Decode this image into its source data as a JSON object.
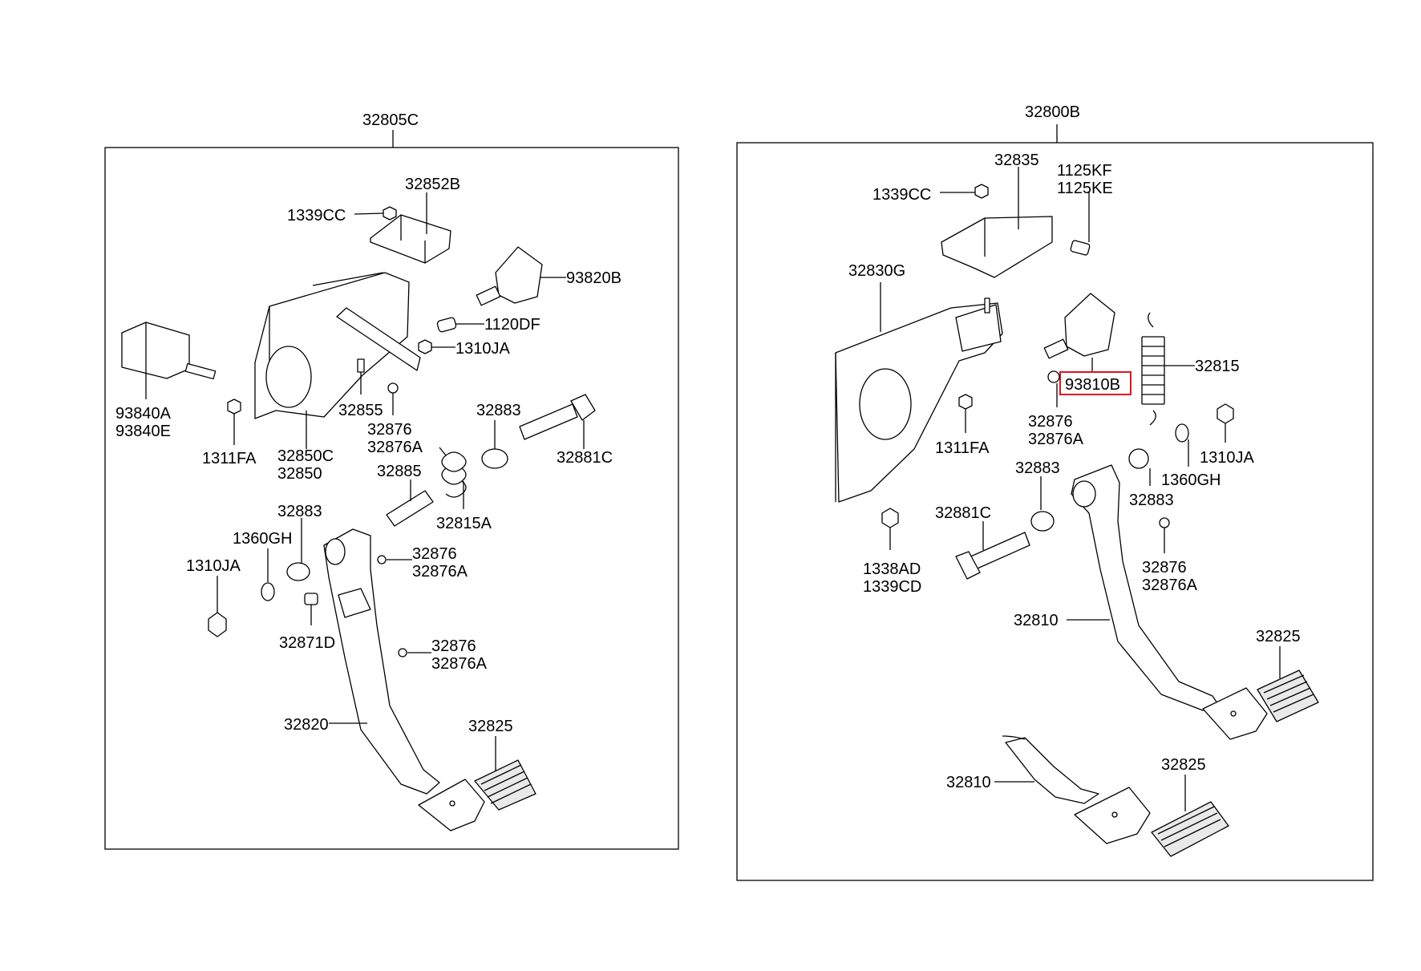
{
  "left_group": {
    "title": "32805C",
    "labels": {
      "l_32852b": "32852B",
      "l_1339cc": "1339CC",
      "l_93820b": "93820B",
      "l_1120df": "1120DF",
      "l_1310ja_a": "1310JA",
      "l_93840a": "93840A",
      "l_93840e": "93840E",
      "l_32855": "32855",
      "l_32876_a": "32876",
      "l_32876a_a": "32876A",
      "l_32883_a": "32883",
      "l_1311fa": "1311FA",
      "l_32850c": "32850C",
      "l_32850": "32850",
      "l_32885": "32885",
      "l_32881c": "32881C",
      "l_32815a": "32815A",
      "l_32883_b": "32883",
      "l_1360gh": "1360GH",
      "l_1310ja_b": "1310JA",
      "l_32876_b": "32876",
      "l_32876a_b": "32876A",
      "l_32871d": "32871D",
      "l_32876_c": "32876",
      "l_32876a_c": "32876A",
      "l_32820": "32820",
      "l_32825": "32825"
    }
  },
  "right_group": {
    "title": "32800B",
    "labels": {
      "r_32835": "32835",
      "r_1125kf": "1125KF",
      "r_1125ke": "1125KE",
      "r_1339cc": "1339CC",
      "r_32830g": "32830G",
      "r_93810b": "93810B",
      "r_32815": "32815",
      "r_32876": "32876",
      "r_32876a": "32876A",
      "r_1311fa": "1311FA",
      "r_1310ja": "1310JA",
      "r_1360gh": "1360GH",
      "r_32883_a": "32883",
      "r_32883_b": "32883",
      "r_32881c": "32881C",
      "r_1338ad": "1338AD",
      "r_1339cd": "1339CD",
      "r_32876_b": "32876",
      "r_32876a_b": "32876A",
      "r_32810_a": "32810",
      "r_32825_a": "32825",
      "r_32810_b": "32810",
      "r_32825_b": "32825"
    }
  },
  "highlight_color": "#e0141e"
}
